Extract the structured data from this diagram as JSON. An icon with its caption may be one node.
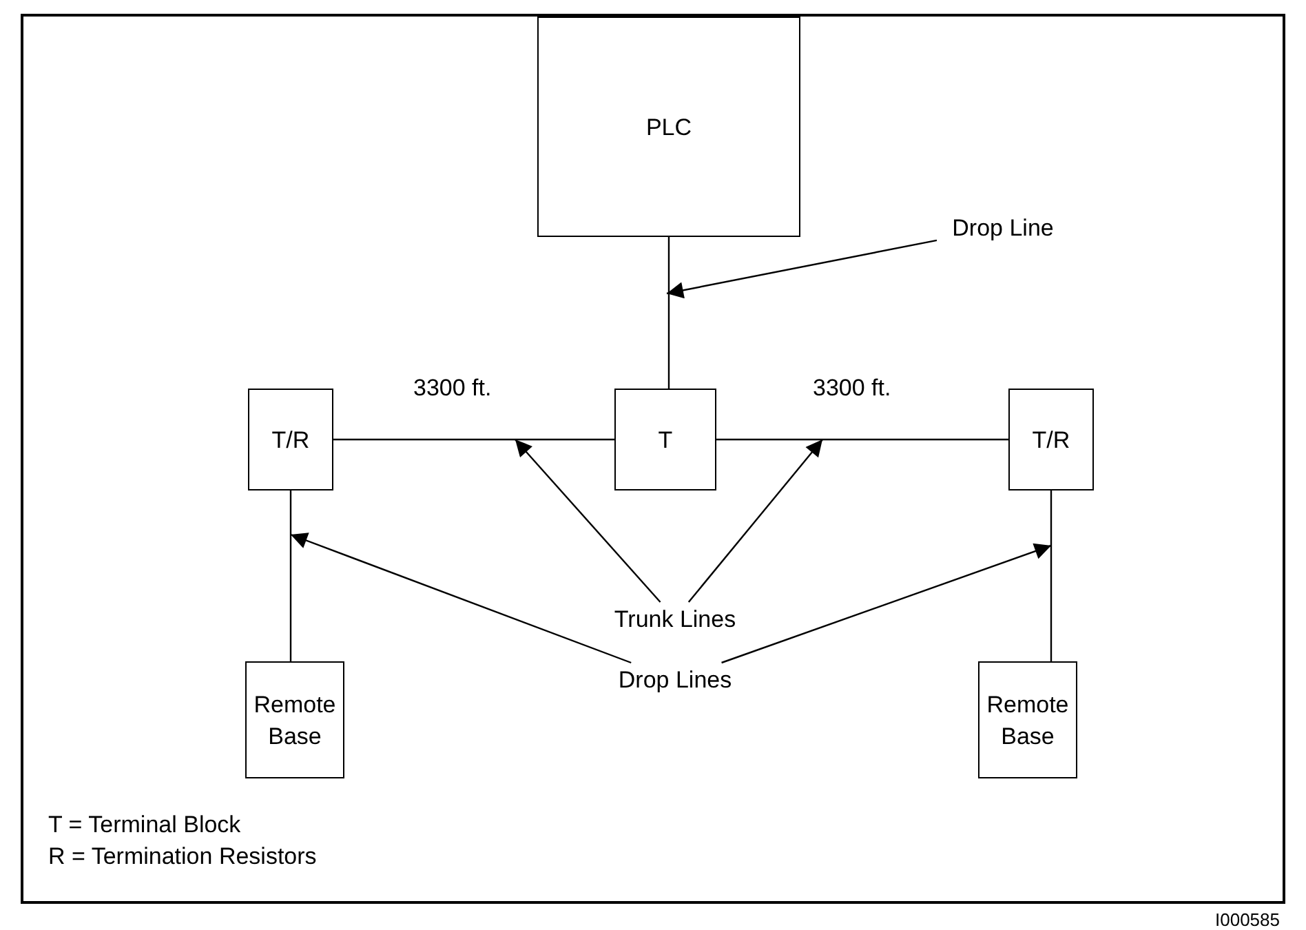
{
  "diagram": {
    "nodes": [
      {
        "text": [
          "PLC"
        ]
      },
      {
        "text": [
          "T"
        ]
      },
      {
        "text": [
          "T/R"
        ]
      },
      {
        "text": [
          "T/R"
        ]
      },
      {
        "text": [
          "Remote Base"
        ]
      },
      {
        "text": [
          "Remote Base"
        ]
      },
      {
        "text": [
          "Drop Line"
        ]
      },
      {
        "text": [
          "Trunk Lines"
        ]
      },
      {
        "text": [
          "Drop Lines"
        ]
      }
    ],
    "edges": [
      {
        "from": 0,
        "to": 1,
        "arrow": "none"
      },
      {
        "from": 2,
        "to": 1,
        "arrow": "none"
      },
      {
        "from": 1,
        "to": 3,
        "arrow": "none"
      },
      {
        "from": 2,
        "to": 4,
        "arrow": "none"
      },
      {
        "from": 3,
        "to": 5,
        "arrow": "none"
      },
      {
        "from": 6,
        "to": null,
        "arrow": "to"
      },
      {
        "from": 7,
        "to": null,
        "arrow": "to"
      },
      {
        "from": 7,
        "to": null,
        "arrow": "to"
      },
      {
        "from": 8,
        "to": null,
        "arrow": "to"
      },
      {
        "from": 8,
        "to": null,
        "arrow": "to"
      }
    ],
    "labels": [
      "3300 ft.",
      "3300 ft.",
      "T = Terminal Block",
      "R = Termination Resistors",
      "I000585"
    ]
  }
}
